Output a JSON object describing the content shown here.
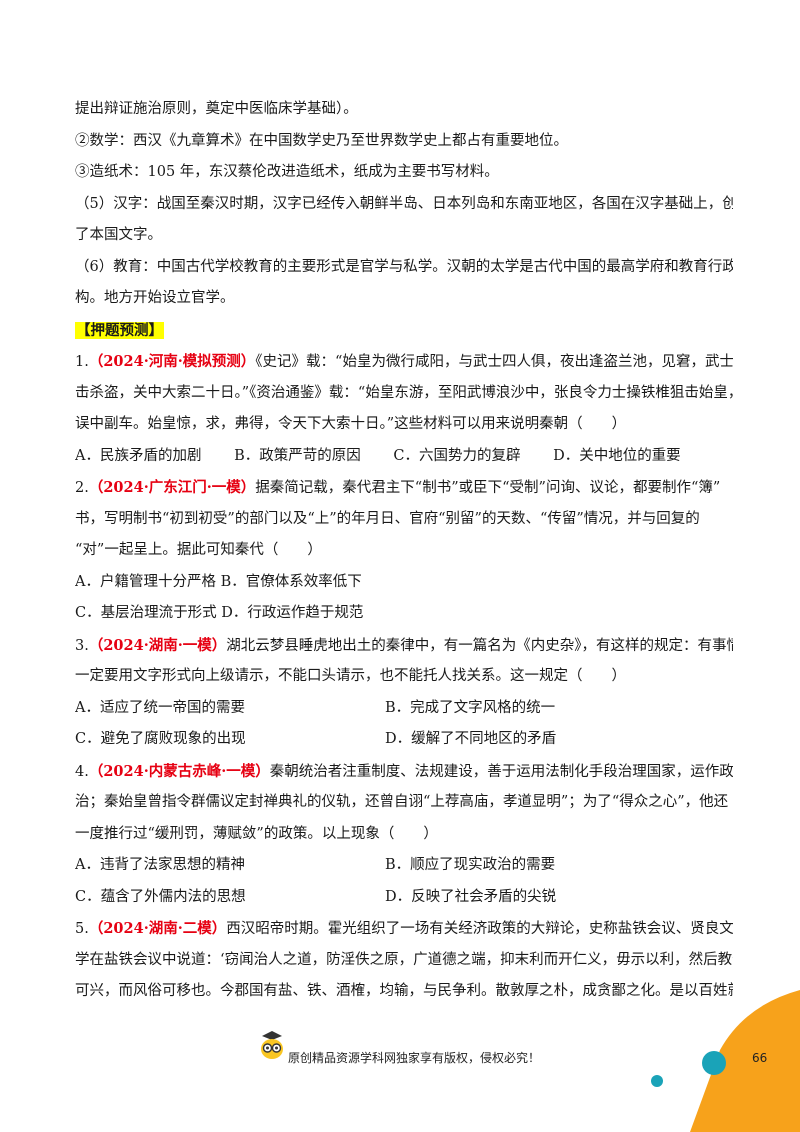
{
  "lines": {
    "l1": "提出辩证施治原则，奠定中医临床学基础）。",
    "l2": "②数学：西汉《九章算术》在中国数学史乃至世界数学史上都占有重要地位。",
    "l3": "③造纸术：105 年，东汉蔡伦改进造纸术，纸成为主要书写材料。",
    "l4": "（5）汉字：战国至秦汉时期，汉字已经传入朝鲜半岛、日本列岛和东南亚地区，各国在汉字基础上，创造",
    "l5": "了本国文字。",
    "l6": "（6）教育：中国古代学校教育的主要形式是官学与私学。汉朝的太学是古代中国的最高学府和教育行政机",
    "l7": "构。地方开始设立官学。"
  },
  "section_heading": "【押题预测】",
  "questions": [
    {
      "num": "1.",
      "source": "（2024·河南·模拟预测）",
      "text1": "《史记》载：“始皇为微行咸阳，与武士四人俱，夜出逢盗兰池，见窘，武士",
      "text2": "击杀盗，关中大索二十日。”《资治通鉴》载：“始皇东游，至阳武博浪沙中，张良令力士操铁椎狙击始皇，",
      "text3": "误中副车。始皇惊，求，弗得，令天下大索十日。”这些材料可以用来说明秦朝（　　）",
      "options": [
        "A．民族矛盾的加剧",
        "B．政策严苛的原因",
        "C．六国势力的复辟",
        "D．关中地位的重要"
      ]
    },
    {
      "num": "2.",
      "source": "（2024·广东江门·一模）",
      "text1": "据秦简记载，秦代君主下“制书”或臣下“受制”问询、议论，都要制作“簿”",
      "text2": "书，写明制书“初到初受”的部门以及“上”的年月日、官府“别留”的天数、“传留”情况，并与回复的",
      "text3": "“对”一起呈上。据此可知秦代（　　）",
      "options": [
        "A．户籍管理十分严格",
        "B．官僚体系效率低下",
        "C．基层治理流于形式",
        "D．行政运作趋于规范"
      ]
    },
    {
      "num": "3.",
      "source": "（2024·湖南·一模）",
      "text1": "湖北云梦县睡虎地出土的秦律中，有一篇名为《内史杂》，有这样的规定：有事情",
      "text2": "一定要用文字形式向上级请示，不能口头请示，也不能托人找关系。这一规定（　　）",
      "options": [
        "A．适应了统一帝国的需要",
        "B．完成了文字风格的统一",
        "C．避免了腐败现象的出现",
        "D．缓解了不同地区的矛盾"
      ]
    },
    {
      "num": "4.",
      "source": "（2024·内蒙古赤峰·一模）",
      "text1": "秦朝统治者注重制度、法规建设，善于运用法制化手段治理国家，运作政",
      "text2": "治；秦始皇曾指令群儒议定封禅典礼的仪轨，还曾自诩“上荐高庙，孝道显明”；为了“得众之心”，他还",
      "text3": "一度推行过“缓刑罚，薄赋敛”的政策。以上现象（　　）",
      "options": [
        "A．违背了法家思想的精神",
        "B．顺应了现实政治的需要",
        "C．蕴含了外儒内法的思想",
        "D．反映了社会矛盾的尖锐"
      ]
    },
    {
      "num": "5.",
      "source": "（2024·湖南·二模）",
      "text1": "西汉昭帝时期。霍光组织了一场有关经济政策的大辩论，史称盐铁会议、贤良文",
      "text2": "学在盐铁会议中说道：‘窃闻治人之道，防淫佚之原，广道德之端，抑末利而开仁义，毋示以利，然后教化",
      "text3": "可兴，而风俗可移也。今郡国有盐、铁、酒榷，均输，与民争利。散敦厚之朴，成贪鄙之化。是以百姓就"
    }
  ],
  "footer": {
    "copyright": "原创精品资源学科网独家享有版权，侵权必究！",
    "page_number": "66"
  },
  "colors": {
    "accent_orange": "#f7a21b",
    "accent_teal": "#1aa3b8",
    "source_red": "#e60012",
    "highlight_yellow": "#ffff00"
  }
}
